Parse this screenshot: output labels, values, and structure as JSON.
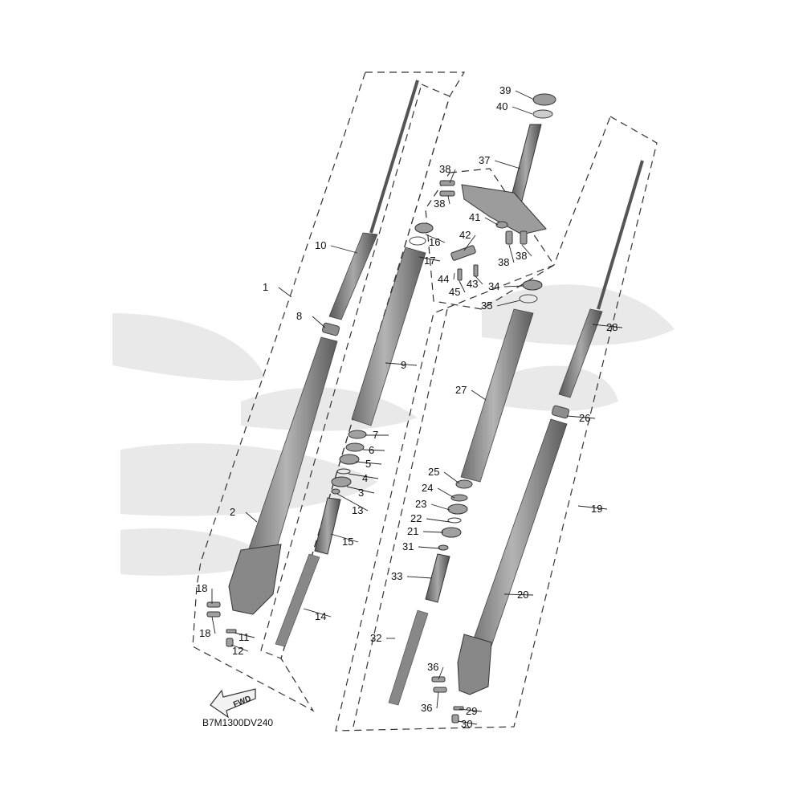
{
  "diagram": {
    "code": "B7M1300DV240",
    "fwd_label": "FWD",
    "accent_color": "#9a9a9a",
    "watermark_color": "#e8e8e8",
    "callouts": [
      "1",
      "2",
      "3",
      "4",
      "5",
      "6",
      "7",
      "8",
      "9",
      "10",
      "11",
      "12",
      "13",
      "14",
      "15",
      "16",
      "17",
      "18",
      "18",
      "19",
      "20",
      "21",
      "22",
      "23",
      "24",
      "25",
      "26",
      "27",
      "28",
      "29",
      "30",
      "31",
      "32",
      "33",
      "34",
      "35",
      "36",
      "36",
      "37",
      "38",
      "38",
      "38",
      "38",
      "39",
      "40",
      "41",
      "42",
      "43",
      "44",
      "45"
    ]
  }
}
